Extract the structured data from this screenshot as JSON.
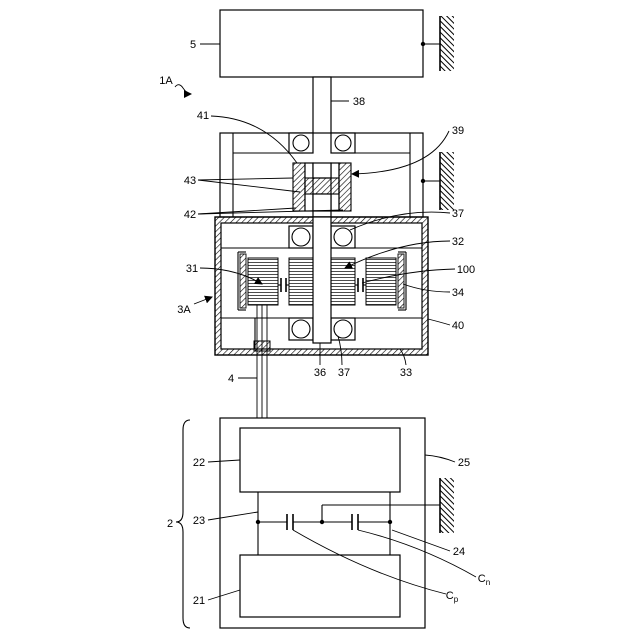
{
  "figure": {
    "reference_labels": {
      "ref_5": "5",
      "ref_1A": "1A",
      "ref_38": "38",
      "ref_41": "41",
      "ref_39": "39",
      "ref_43": "43",
      "ref_42": "42",
      "ref_37_upper": "37",
      "ref_32": "32",
      "ref_31": "31",
      "ref_100": "100",
      "ref_34": "34",
      "ref_3A": "3A",
      "ref_40": "40",
      "ref_36": "36",
      "ref_37_lower": "37",
      "ref_33": "33",
      "ref_4": "4",
      "ref_22": "22",
      "ref_25": "25",
      "ref_2": "2",
      "ref_23": "23",
      "ref_24": "24",
      "ref_21": "21"
    },
    "subscript_labels": {
      "ref_Cp": {
        "base": "C",
        "sub": "p"
      },
      "ref_Cn": {
        "base": "C",
        "sub": "n"
      }
    }
  },
  "colors": {
    "ink": "#000000",
    "paper": "#ffffff"
  }
}
